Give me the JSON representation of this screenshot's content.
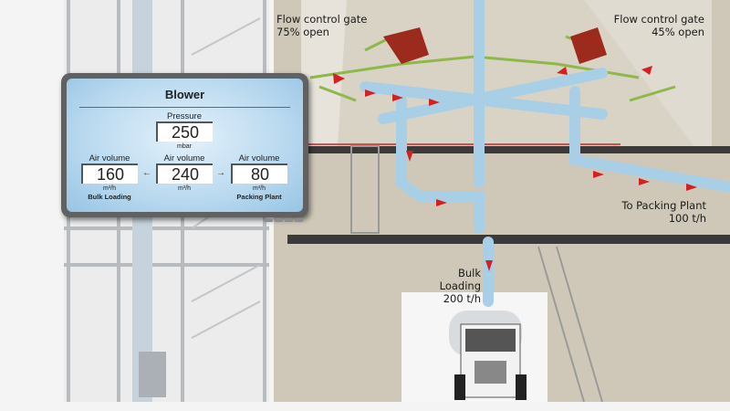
{
  "labels": {
    "gate_left": {
      "line1": "Flow control gate",
      "line2": "75% open"
    },
    "gate_right": {
      "line1": "Flow control gate",
      "line2": "45% open"
    },
    "packing": {
      "line1": "To Packing Plant",
      "line2": "100 t/h"
    },
    "bulk": {
      "line1": "Bulk Loading",
      "line2": "200 t/h"
    }
  },
  "panel": {
    "title": "Blower",
    "pressure": {
      "caption": "Pressure",
      "value": "250",
      "unit": "mbar"
    },
    "left": {
      "caption": "Air volume",
      "value": "160",
      "unit": "m³/h",
      "name": "Bulk Loading"
    },
    "center": {
      "caption": "Air volume",
      "value": "240",
      "unit": "m³/h"
    },
    "right": {
      "caption": "Air volume",
      "value": "80",
      "unit": "m³/h",
      "name": "Packing Plant"
    }
  },
  "colors": {
    "pipe": "#a9cfe6",
    "arrow": "#d42020",
    "silo": "#c9c2b2",
    "frame": "#8fb84a"
  }
}
